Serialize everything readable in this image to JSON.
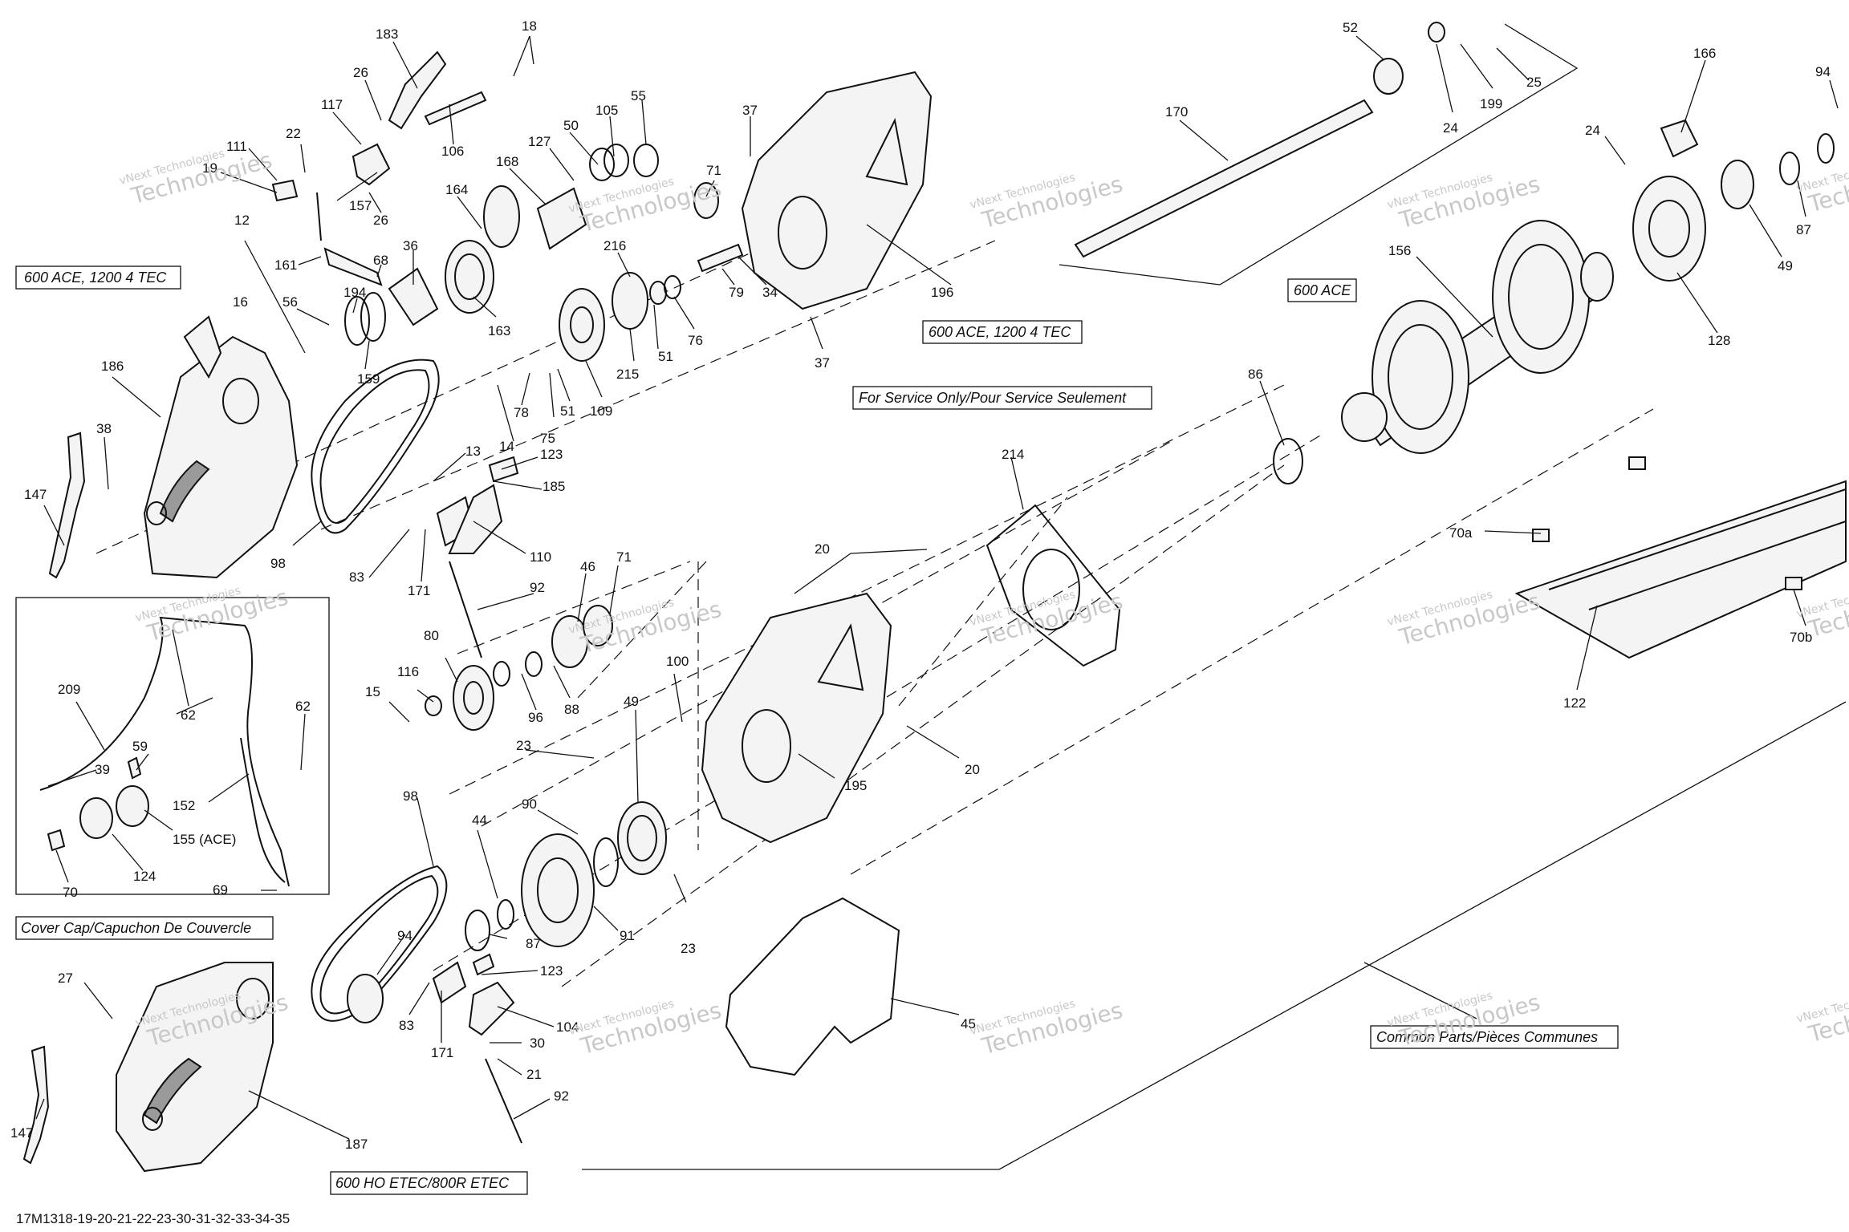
{
  "diagram_code": "17M1318-19-20-21-22-23-30-31-32-33-34-35",
  "watermark": {
    "line1": "vNext Technologies",
    "line2": "Technologies"
  },
  "boxed_labels": {
    "ace_1200_left": "600 ACE, 1200 4 TEC",
    "ace_1200_cover": "600 ACE, 1200 4 TEC",
    "ace_shaft": "600 ACE",
    "service_only": "For Service Only/Pour Service Seulement",
    "cover_cap": "Cover Cap/Capuchon De Couvercle",
    "common_parts": "Common Parts/Pièces Communes",
    "ho_etec": "600 HO ETEC/800R ETEC"
  },
  "callouts": [
    {
      "id": "c183",
      "text": "183"
    },
    {
      "id": "c18",
      "text": "18"
    },
    {
      "id": "c26a",
      "text": "26"
    },
    {
      "id": "c117",
      "text": "117"
    },
    {
      "id": "c106",
      "text": "106"
    },
    {
      "id": "c111",
      "text": "111"
    },
    {
      "id": "c22",
      "text": "22"
    },
    {
      "id": "c19",
      "text": "19"
    },
    {
      "id": "c26b",
      "text": "26"
    },
    {
      "id": "c157",
      "text": "157"
    },
    {
      "id": "c12",
      "text": "12"
    },
    {
      "id": "c161",
      "text": "161"
    },
    {
      "id": "c68",
      "text": "68"
    },
    {
      "id": "c36",
      "text": "36"
    },
    {
      "id": "c16",
      "text": "16"
    },
    {
      "id": "c56",
      "text": "56"
    },
    {
      "id": "c194",
      "text": "194"
    },
    {
      "id": "c159",
      "text": "159"
    },
    {
      "id": "c186",
      "text": "186"
    },
    {
      "id": "c38",
      "text": "38"
    },
    {
      "id": "c147a",
      "text": "147"
    },
    {
      "id": "c164",
      "text": "164"
    },
    {
      "id": "c168",
      "text": "168"
    },
    {
      "id": "c127",
      "text": "127"
    },
    {
      "id": "c50",
      "text": "50"
    },
    {
      "id": "c105",
      "text": "105"
    },
    {
      "id": "c55",
      "text": "55"
    },
    {
      "id": "c37a",
      "text": "37"
    },
    {
      "id": "c71a",
      "text": "71"
    },
    {
      "id": "c163",
      "text": "163"
    },
    {
      "id": "c216",
      "text": "216"
    },
    {
      "id": "c51a",
      "text": "51"
    },
    {
      "id": "c76",
      "text": "76"
    },
    {
      "id": "c79",
      "text": "79"
    },
    {
      "id": "c34",
      "text": "34"
    },
    {
      "id": "c215",
      "text": "215"
    },
    {
      "id": "c109",
      "text": "109"
    },
    {
      "id": "c51b",
      "text": "51"
    },
    {
      "id": "c75",
      "text": "75"
    },
    {
      "id": "c78",
      "text": "78"
    },
    {
      "id": "c14",
      "text": "14"
    },
    {
      "id": "c37b",
      "text": "37"
    },
    {
      "id": "c196",
      "text": "196"
    },
    {
      "id": "c52",
      "text": "52"
    },
    {
      "id": "c24a",
      "text": "24"
    },
    {
      "id": "c199",
      "text": "199"
    },
    {
      "id": "c25",
      "text": "25"
    },
    {
      "id": "c170",
      "text": "170"
    },
    {
      "id": "c166",
      "text": "166"
    },
    {
      "id": "c94a",
      "text": "94"
    },
    {
      "id": "c24b",
      "text": "24"
    },
    {
      "id": "c87a",
      "text": "87"
    },
    {
      "id": "c49a",
      "text": "49"
    },
    {
      "id": "c128",
      "text": "128"
    },
    {
      "id": "c156",
      "text": "156"
    },
    {
      "id": "c86",
      "text": "86"
    },
    {
      "id": "c13",
      "text": "13"
    },
    {
      "id": "c123a",
      "text": "123"
    },
    {
      "id": "c185",
      "text": "185"
    },
    {
      "id": "c98a",
      "text": "98"
    },
    {
      "id": "c83a",
      "text": "83"
    },
    {
      "id": "c171a",
      "text": "171"
    },
    {
      "id": "c110",
      "text": "110"
    },
    {
      "id": "c214",
      "text": "214"
    },
    {
      "id": "c70a",
      "text": "70a"
    },
    {
      "id": "c70b",
      "text": "70b"
    },
    {
      "id": "c122",
      "text": "122"
    },
    {
      "id": "c92a",
      "text": "92"
    },
    {
      "id": "c46",
      "text": "46"
    },
    {
      "id": "c71b",
      "text": "71"
    },
    {
      "id": "c20a",
      "text": "20"
    },
    {
      "id": "c20b",
      "text": "20"
    },
    {
      "id": "c80",
      "text": "80"
    },
    {
      "id": "c116",
      "text": "116"
    },
    {
      "id": "c15",
      "text": "15"
    },
    {
      "id": "c96",
      "text": "96"
    },
    {
      "id": "c88",
      "text": "88"
    },
    {
      "id": "c100",
      "text": "100"
    },
    {
      "id": "c49b",
      "text": "49"
    },
    {
      "id": "c23a",
      "text": "23"
    },
    {
      "id": "c195",
      "text": "195"
    },
    {
      "id": "c209",
      "text": "209"
    },
    {
      "id": "c62a",
      "text": "62"
    },
    {
      "id": "c62b",
      "text": "62"
    },
    {
      "id": "c59",
      "text": "59"
    },
    {
      "id": "c39",
      "text": "39"
    },
    {
      "id": "c152",
      "text": "152"
    },
    {
      "id": "c155",
      "text": "155 (ACE)"
    },
    {
      "id": "c70",
      "text": "70"
    },
    {
      "id": "c124",
      "text": "124"
    },
    {
      "id": "c69",
      "text": "69"
    },
    {
      "id": "c98b",
      "text": "98"
    },
    {
      "id": "c44",
      "text": "44"
    },
    {
      "id": "c90",
      "text": "90"
    },
    {
      "id": "c87b",
      "text": "87"
    },
    {
      "id": "c91",
      "text": "91"
    },
    {
      "id": "c23b",
      "text": "23"
    },
    {
      "id": "c94b",
      "text": "94"
    },
    {
      "id": "c123b",
      "text": "123"
    },
    {
      "id": "c104",
      "text": "104"
    },
    {
      "id": "c30",
      "text": "30"
    },
    {
      "id": "c21",
      "text": "21"
    },
    {
      "id": "c92b",
      "text": "92"
    },
    {
      "id": "c83b",
      "text": "83"
    },
    {
      "id": "c171b",
      "text": "171"
    },
    {
      "id": "c45",
      "text": "45"
    },
    {
      "id": "c27",
      "text": "27"
    },
    {
      "id": "c147b",
      "text": "147"
    },
    {
      "id": "c187",
      "text": "187"
    }
  ]
}
